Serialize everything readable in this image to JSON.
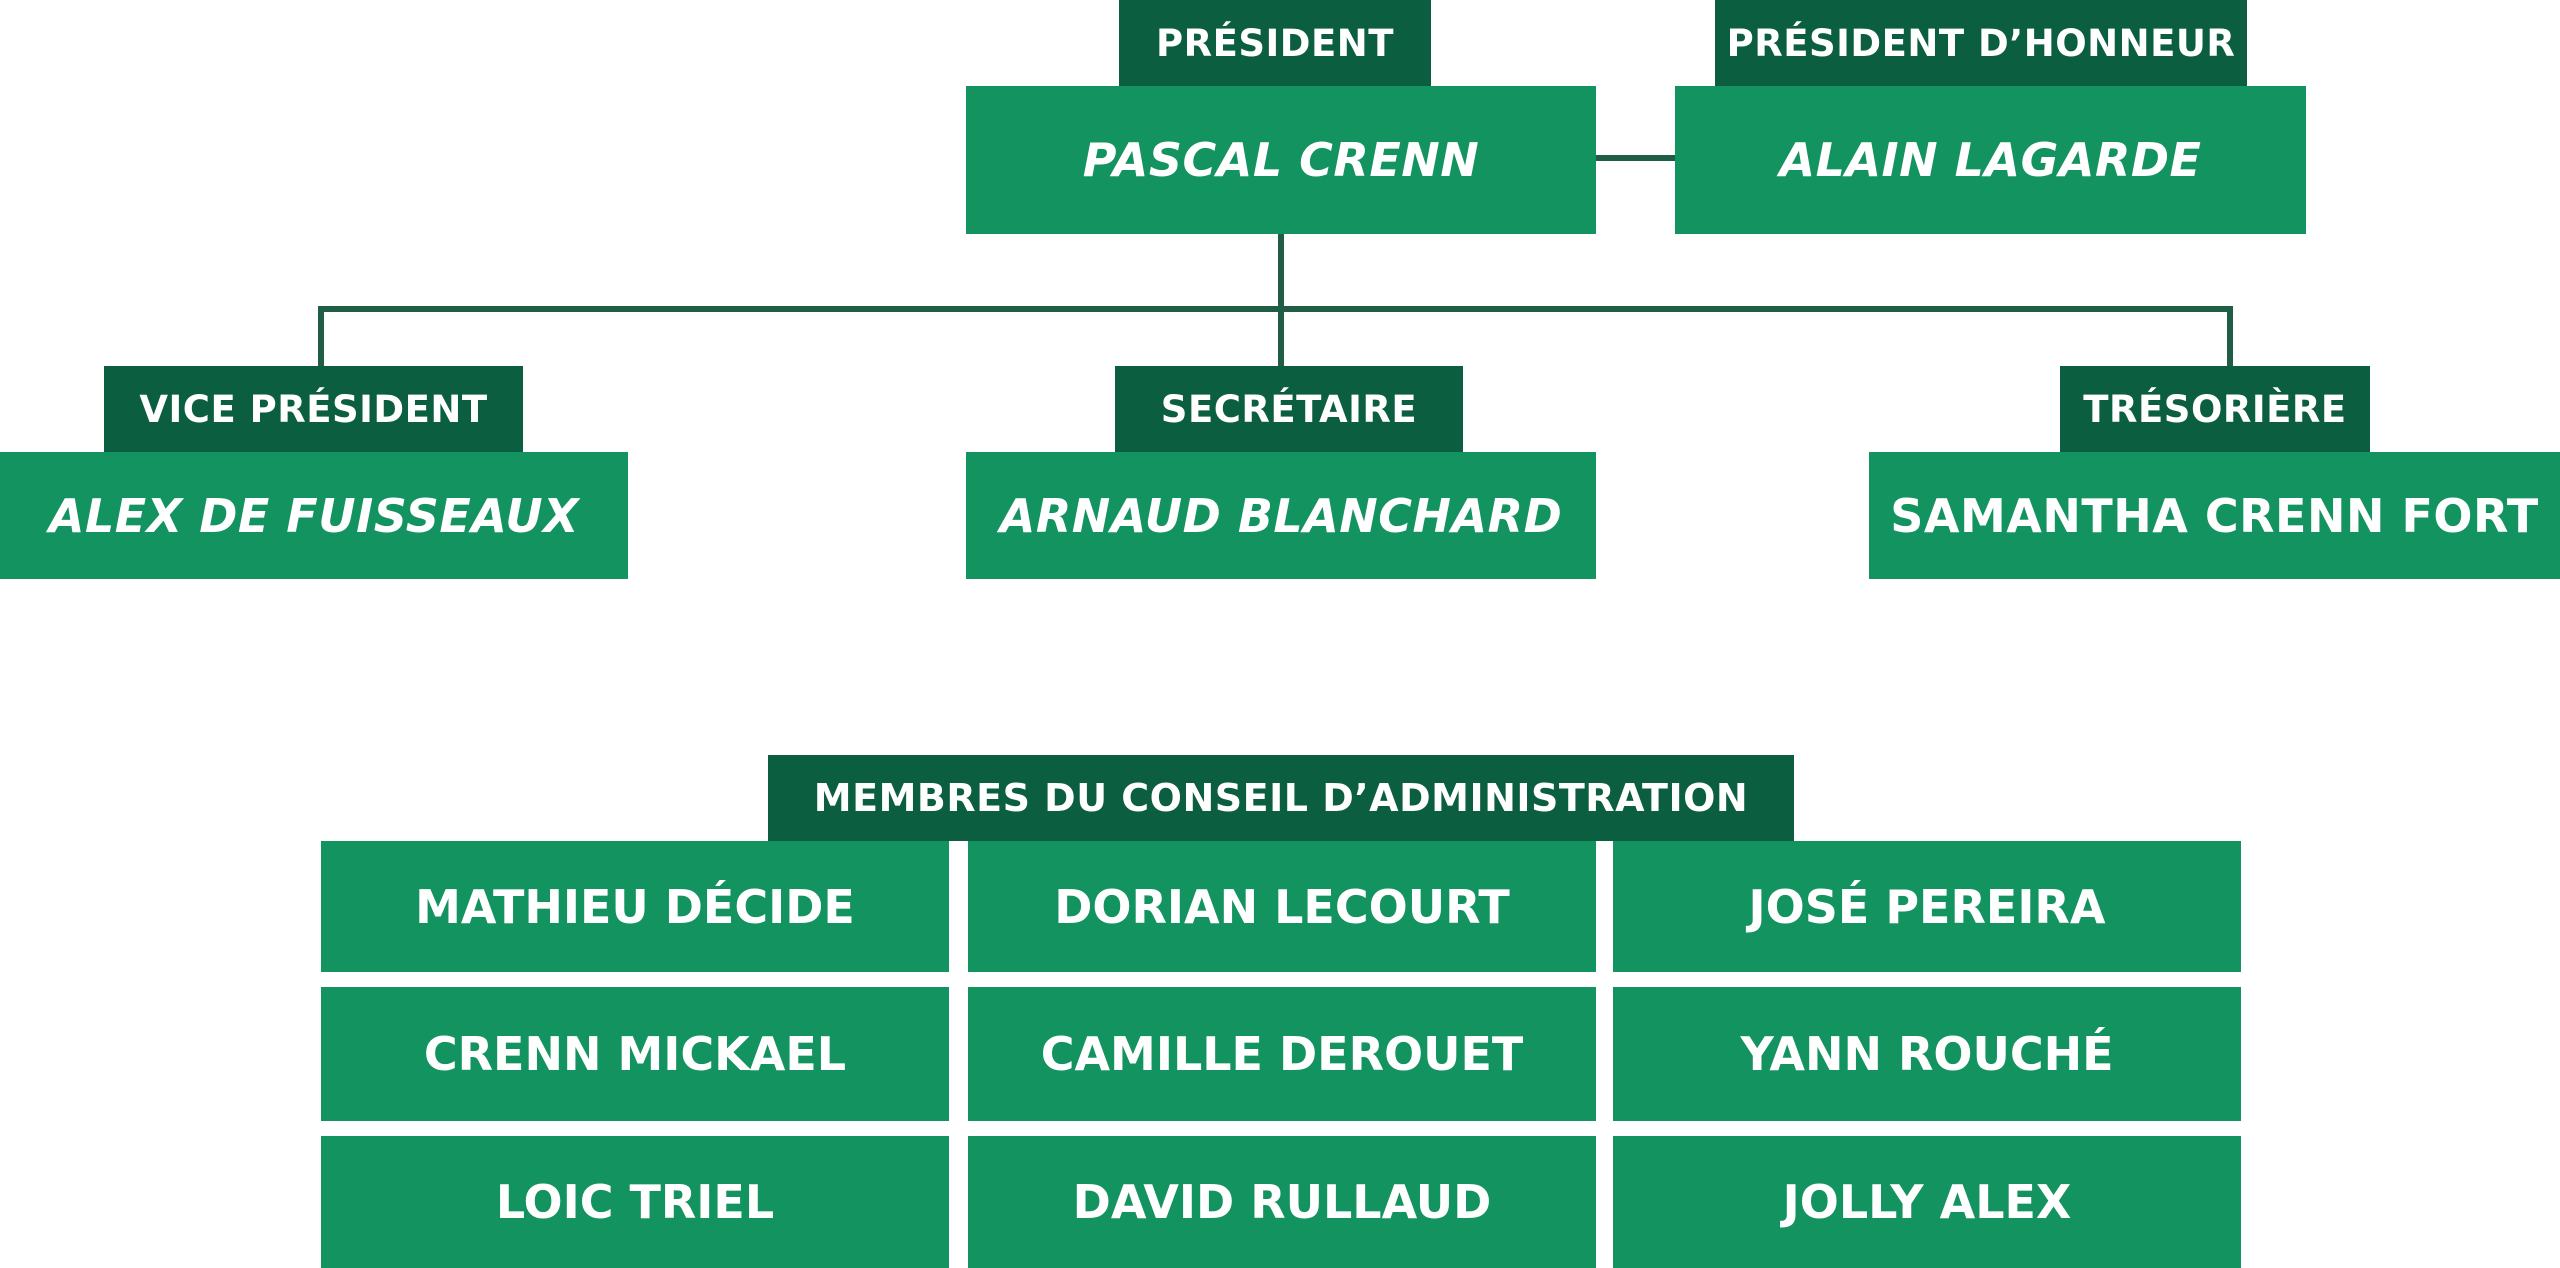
{
  "colors": {
    "role_bg": "#0b5e3f",
    "name_bg": "#13935f",
    "connector": "#1f5e45",
    "text": "#ffffff"
  },
  "president": {
    "role": "PRÉSIDENT",
    "name": "PASCAL CRENN"
  },
  "honorary_president": {
    "role": "PRÉSIDENT D’HONNEUR",
    "name": "ALAIN LAGARDE"
  },
  "vice_president": {
    "role": "VICE PRÉSIDENT",
    "name": "ALEX DE FUISSEAUX"
  },
  "secretary": {
    "role": "SECRÉTAIRE",
    "name": "ARNAUD BLANCHARD"
  },
  "treasurer": {
    "role": "TRÉSORIÈRE",
    "name": "SAMANTHA CRENN FORT"
  },
  "board": {
    "title": "MEMBRES DU CONSEIL D’ADMINISTRATION",
    "members": [
      "MATHIEU DÉCIDE",
      "DORIAN LECOURT",
      "JOSÉ PEREIRA",
      "CRENN MICKAEL",
      "CAMILLE DEROUET",
      "YANN ROUCHÉ",
      "LOIC TRIEL",
      "DAVID RULLAUD",
      "JOLLY ALEX"
    ]
  }
}
